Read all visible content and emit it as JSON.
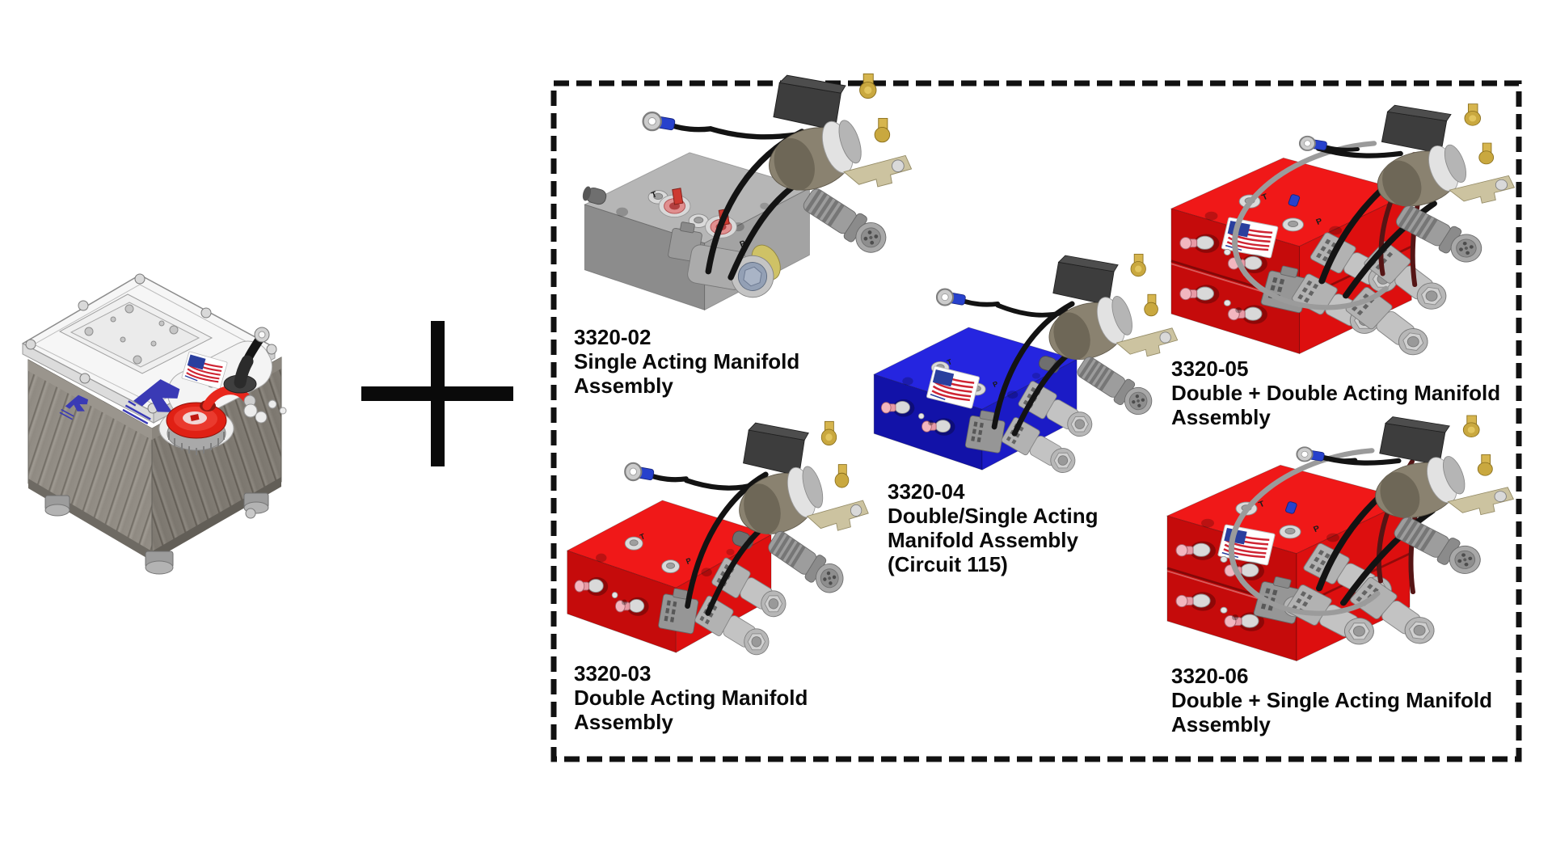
{
  "figure": {
    "background_color": "#ffffff",
    "meaning": "Hydraulic power unit plus choice of manifold assembly options"
  },
  "power_unit": {
    "colors": {
      "top_plate": "#f6f6f6",
      "body": "#8f8a82",
      "filler_cap": "#e02014",
      "hose_red": "#e8271c",
      "logo_blue": "#3a3ab5",
      "cable_black": "#161616"
    }
  },
  "plus_sign": {
    "symbol": "+",
    "color": "#0a0a0a"
  },
  "options_box": {
    "border_color": "#111111",
    "items": [
      {
        "part_number": "3320-02",
        "description": "Single Acting Manifold\nAssembly",
        "block_color": "#a0a0a0",
        "style_vars": "--bt:#b6b6b6;--bl:#8c8c8c;--bf:#a3a3a3",
        "port_labels": {
          "t": "T",
          "p": "P"
        },
        "has_flag": false
      },
      {
        "part_number": "3320-03",
        "description": "Double Acting Manifold\nAssembly",
        "block_color": "#ec1313",
        "style_vars": "--bt:#f01818;--bl:#c50b0b;--bf:#dd0f0f",
        "port_labels": {
          "t": "T",
          "p": "P"
        },
        "has_flag": false
      },
      {
        "part_number": "3320-04",
        "description": "Double/Single Acting\nManifold Assembly\n(Circuit 115)",
        "block_color": "#1f1fd6",
        "style_vars": "--bt:#2525e0;--bl:#1212a8;--bf:#1b1bc6",
        "port_labels": {
          "t": "T",
          "p": "P"
        },
        "has_flag": true
      },
      {
        "part_number": "3320-05",
        "description": "Double + Double Acting Manifold\nAssembly",
        "block_color": "#ec1313",
        "style_vars": "--bt:#f01818;--bl:#c50b0b;--bf:#dd0f0f",
        "port_labels": {
          "t": "T",
          "p": "P"
        },
        "has_flag": true
      },
      {
        "part_number": "3320-06",
        "description": "Double + Single Acting Manifold\nAssembly",
        "block_color": "#ec1313",
        "style_vars": "--bt:#f01818;--bl:#c50b0b;--bf:#dd0f0f",
        "port_labels": {
          "t": "T",
          "p": "P"
        },
        "has_flag": true
      }
    ]
  }
}
